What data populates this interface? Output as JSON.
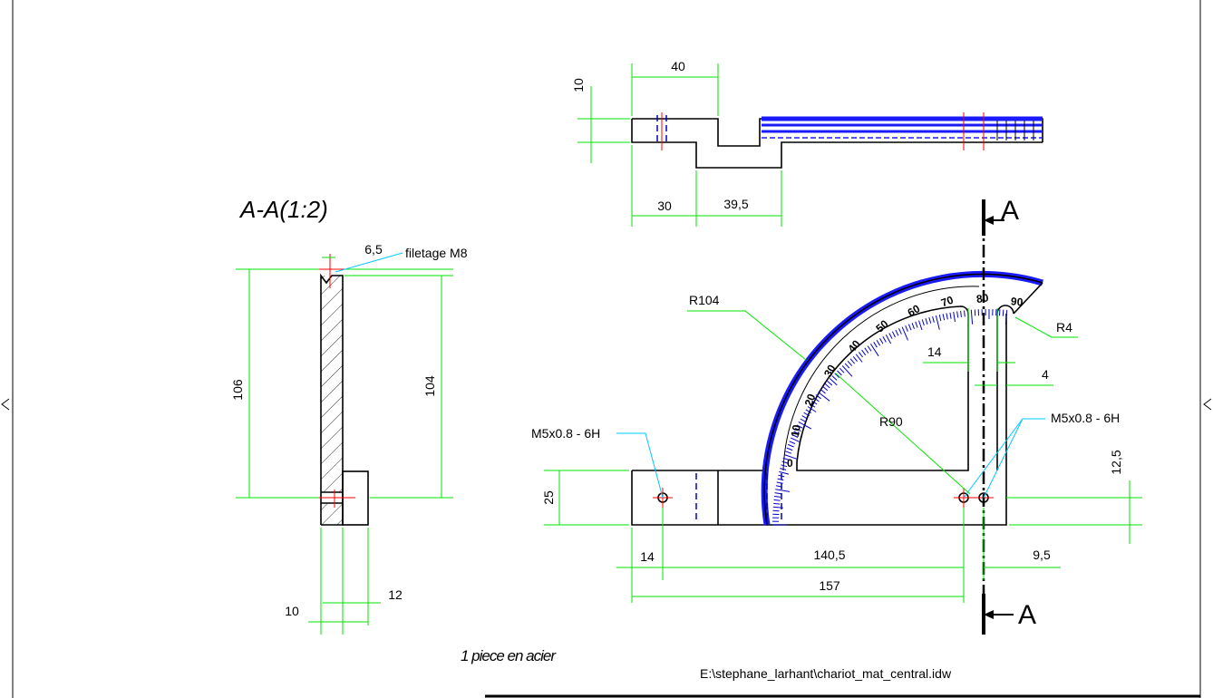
{
  "section": {
    "title": "A-A(1:2)"
  },
  "dimensions": {
    "top_40": "40",
    "top_10": "10",
    "top_30": "30",
    "top_39_5": "39,5",
    "sec_6_5": "6,5",
    "sec_106": "106",
    "sec_104": "104",
    "sec_10": "10",
    "sec_12": "12",
    "front_25": "25",
    "front_14_left": "14",
    "front_140_5": "140,5",
    "front_157": "157",
    "front_9_5": "9,5",
    "front_12_5": "12,5",
    "front_14_top": "14",
    "front_4": "4",
    "r104": "R104",
    "r90": "R90",
    "r4": "R4"
  },
  "callouts": {
    "thread_m8": "filetage M8",
    "thread_left": "M5x0.8 - 6H",
    "thread_right": "M5x0.8 - 6H"
  },
  "section_marks": {
    "top": "A",
    "bottom": "A"
  },
  "protractor": {
    "labels": [
      "0",
      "10",
      "20",
      "30",
      "40",
      "50",
      "60",
      "70",
      "80",
      "90"
    ]
  },
  "notes": {
    "material": "1 piece en acier",
    "file_path": "E:\\stephane_larhant\\chariot_mat_central.idw"
  },
  "colors": {
    "dimension": "#00e600",
    "outline": "#000000",
    "centerline": "#ff0000",
    "hidden": "#0000cc",
    "leader": "#00c8ff"
  }
}
